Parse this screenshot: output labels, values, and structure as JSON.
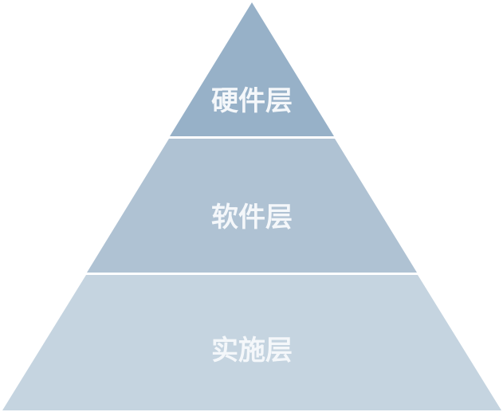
{
  "layers": [
    {
      "label": "硬件层",
      "color": "#97b1c8"
    },
    {
      "label": "软件层",
      "color": "#afc2d3"
    },
    {
      "label": "实施层",
      "color": "#c5d4e0"
    }
  ]
}
